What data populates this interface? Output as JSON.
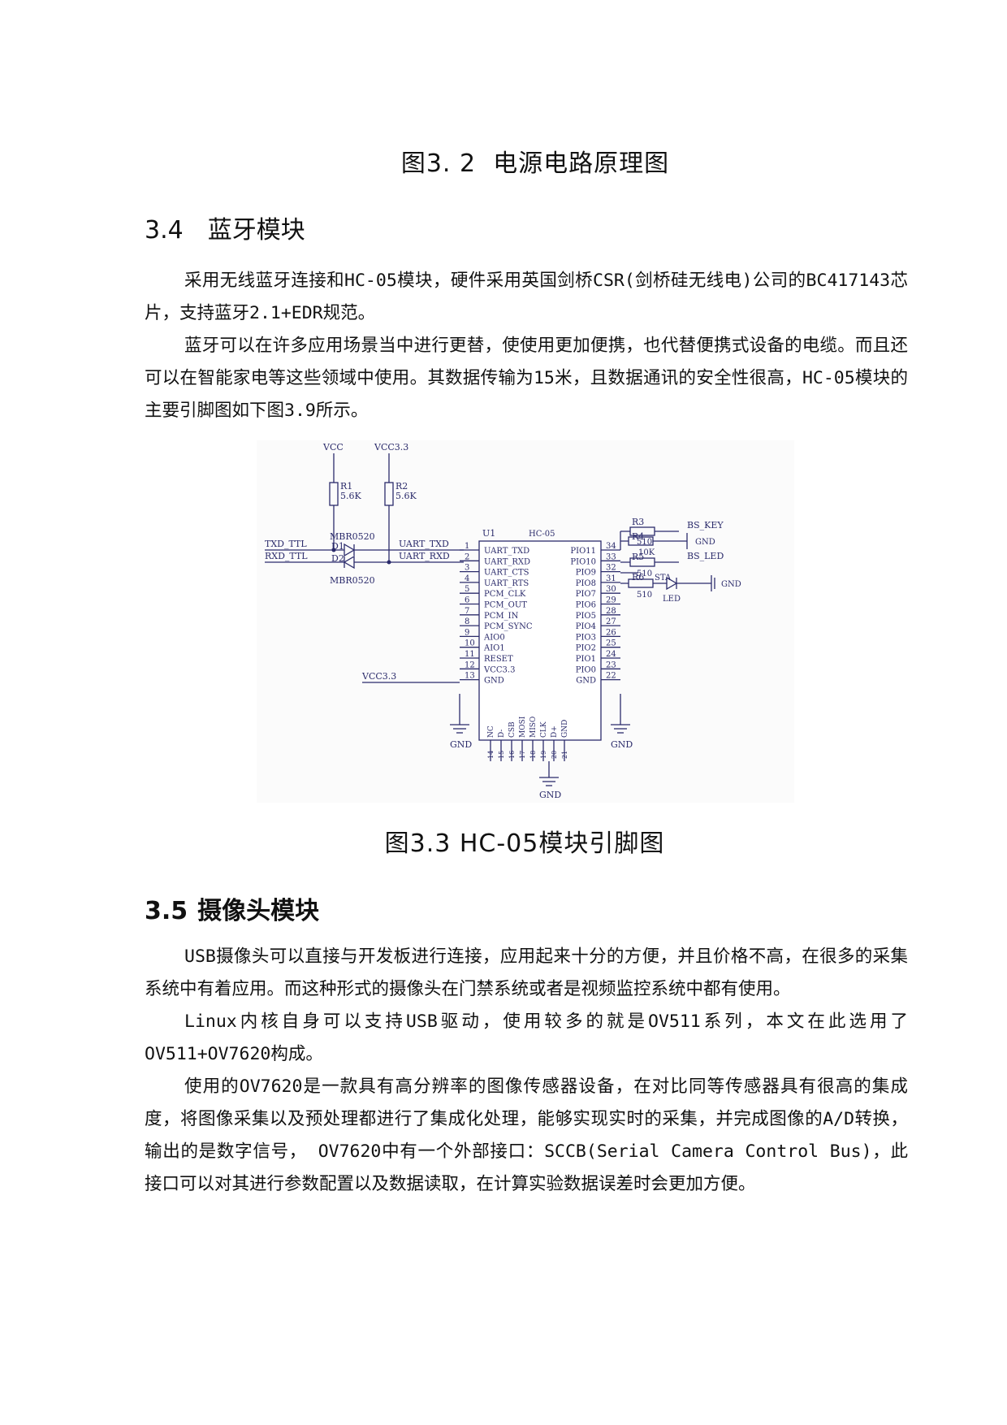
{
  "figure_top_caption": "图3. 2  电源电路原理图",
  "section_34": {
    "number": "3.4",
    "title": "蓝牙模块",
    "paragraphs": [
      "采用无线蓝牙连接和HC-05模块，硬件采用英国剑桥CSR(剑桥硅无线电)公司的BC417143芯片，支持蓝牙2.1+EDR规范。",
      "蓝牙可以在许多应用场景当中进行更替，使使用更加便携，也代替便携式设备的电缆。而且还可以在智能家电等这些领域中使用。其数据传输为15米，且数据通讯的安全性很高，HC-05模块的主要引脚图如下图3.9所示。"
    ]
  },
  "schematic": {
    "power": {
      "vcc": "VCC",
      "vcc33": "VCC3.3"
    },
    "resistors_top": [
      {
        "ref": "R1",
        "value": "5.6K"
      },
      {
        "ref": "R2",
        "value": "5.6K"
      }
    ],
    "diodes": {
      "d1": "D1",
      "d2": "D2",
      "part": "MBR0520"
    },
    "nets_left": [
      "TXD_TTL",
      "RXD_TTL"
    ],
    "nets_uart": [
      "UART_TXD",
      "UART_RXD"
    ],
    "chip_ref": "U1",
    "chip_name": "HC-05",
    "left_pins": [
      {
        "num": "1",
        "name": "UART_TXD"
      },
      {
        "num": "2",
        "name": "UART_RXD"
      },
      {
        "num": "3",
        "name": "UART_CTS"
      },
      {
        "num": "4",
        "name": "UART_RTS"
      },
      {
        "num": "5",
        "name": "PCM_CLK"
      },
      {
        "num": "6",
        "name": "PCM_OUT"
      },
      {
        "num": "7",
        "name": "PCM_IN"
      },
      {
        "num": "8",
        "name": "PCM_SYNC"
      },
      {
        "num": "9",
        "name": "AIO0"
      },
      {
        "num": "10",
        "name": "AIO1"
      },
      {
        "num": "11",
        "name": "RESET"
      },
      {
        "num": "12",
        "name": "VCC3.3"
      },
      {
        "num": "13",
        "name": "GND"
      }
    ],
    "right_pins": [
      {
        "num": "34",
        "name": "PIO11"
      },
      {
        "num": "33",
        "name": "PIO10"
      },
      {
        "num": "32",
        "name": "PIO9"
      },
      {
        "num": "31",
        "name": "PIO8"
      },
      {
        "num": "30",
        "name": "PIO7"
      },
      {
        "num": "29",
        "name": "PIO6"
      },
      {
        "num": "28",
        "name": "PIO5"
      },
      {
        "num": "27",
        "name": "PIO4"
      },
      {
        "num": "26",
        "name": "PIO3"
      },
      {
        "num": "25",
        "name": "PIO2"
      },
      {
        "num": "24",
        "name": "PIO1"
      },
      {
        "num": "23",
        "name": "PIO0"
      },
      {
        "num": "22",
        "name": "GND"
      }
    ],
    "bottom_pins": [
      {
        "num": "14",
        "name": "NC"
      },
      {
        "num": "15",
        "name": "D-"
      },
      {
        "num": "16",
        "name": "CSB"
      },
      {
        "num": "17",
        "name": "MOSI"
      },
      {
        "num": "18",
        "name": "MISO"
      },
      {
        "num": "19",
        "name": "CLK"
      },
      {
        "num": "20",
        "name": "D+"
      },
      {
        "num": "21",
        "name": "GND"
      }
    ],
    "right_parts": [
      {
        "ref": "R3",
        "value": "510",
        "net": "BS_KEY"
      },
      {
        "ref": "R4",
        "value": "10K",
        "net": "GND"
      },
      {
        "ref": "R5",
        "value": "510",
        "net": "BS_LED"
      },
      {
        "ref": "R6",
        "value": "510",
        "net": "STA"
      }
    ],
    "led_label": "LED",
    "gnd_label": "GND",
    "vcc33_left": "VCC3.3"
  },
  "figure_33_caption": "图3.3 HC-05模块引脚图",
  "section_35": {
    "number": "3.5",
    "title": "摄像头模块",
    "paragraphs": [
      "USB摄像头可以直接与开发板进行连接，应用起来十分的方便，并且价格不高，在很多的采集系统中有着应用。而这种形式的摄像头在门禁系统或者是视频监控系统中都有使用。",
      "Linux内核自身可以支持USB驱动，使用较多的就是OV511系列，本文在此选用了OV511+OV7620构成。",
      "使用的OV7620是一款具有高分辨率的图像传感器设备，在对比同等传感器具有很高的集成度，将图像采集以及预处理都进行了集成化处理，能够实现实时的采集，并完成图像的A/D转换，输出的是数字信号， OV7620中有一个外部接口：SCCB(Serial Camera Control Bus)，此接口可以对其进行参数配置以及数据读取，在计算实验数据误差时会更加方便。"
    ]
  }
}
